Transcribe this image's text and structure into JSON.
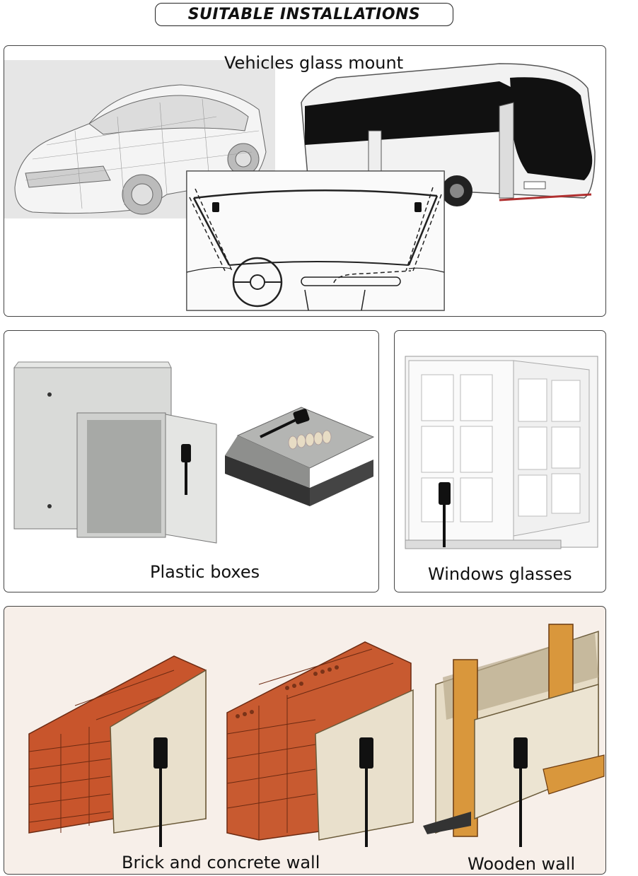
{
  "header": {
    "title": "SUITABLE INSTALLATIONS"
  },
  "panels": {
    "vehicles": {
      "caption": "Vehicles glass mount"
    },
    "plastic": {
      "caption": "Plastic boxes"
    },
    "windows": {
      "caption": "Windows glasses"
    },
    "walls": {
      "caption_left": "Brick and concrete wall",
      "caption_right": "Wooden wall"
    }
  },
  "colors": {
    "brick": "#c8552c",
    "plaster": "#e9e0cc",
    "wood": "#d9973c",
    "sensor": "#1a1a1a",
    "metal": "#c9cbc8"
  }
}
